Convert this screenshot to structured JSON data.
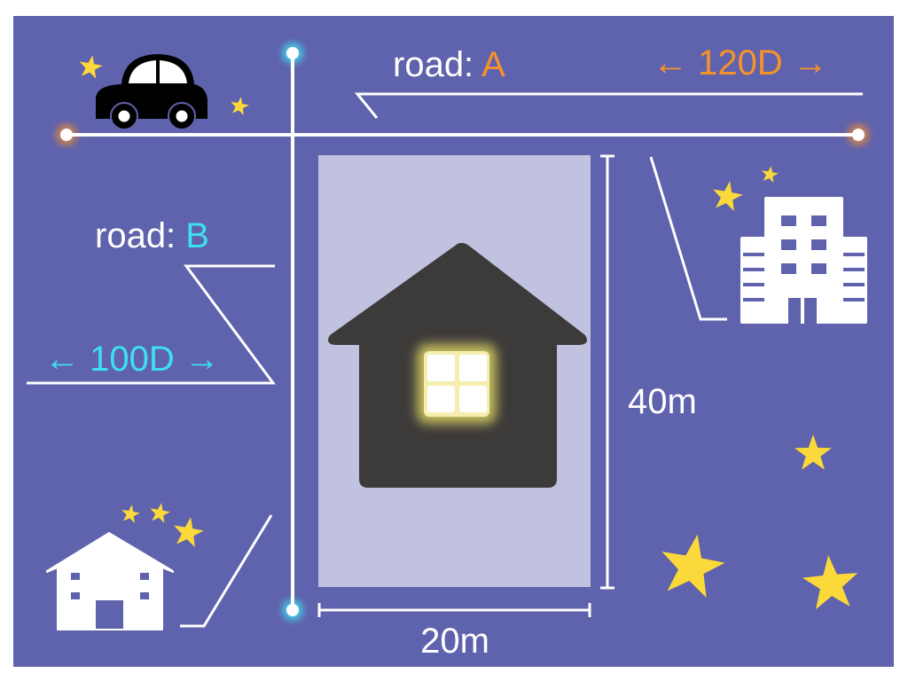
{
  "labels": {
    "road_a_prefix": "road: ",
    "road_a_name": "A",
    "road_a_width": "← 120D →",
    "road_b_prefix": "road: ",
    "road_b_name": "B",
    "road_b_width": "← 100D →",
    "lot_depth": "40m",
    "lot_width": "20m"
  },
  "colors": {
    "background": "#5f62ac",
    "road_a": "#f7922b",
    "road_b": "#3de0f0",
    "lot": "#c0c2e0",
    "house": "#3d3a3a",
    "star": "#fbd93a"
  },
  "icons": [
    "car-icon",
    "house-icon",
    "building-icon",
    "small-house-icon",
    "star-icon"
  ]
}
